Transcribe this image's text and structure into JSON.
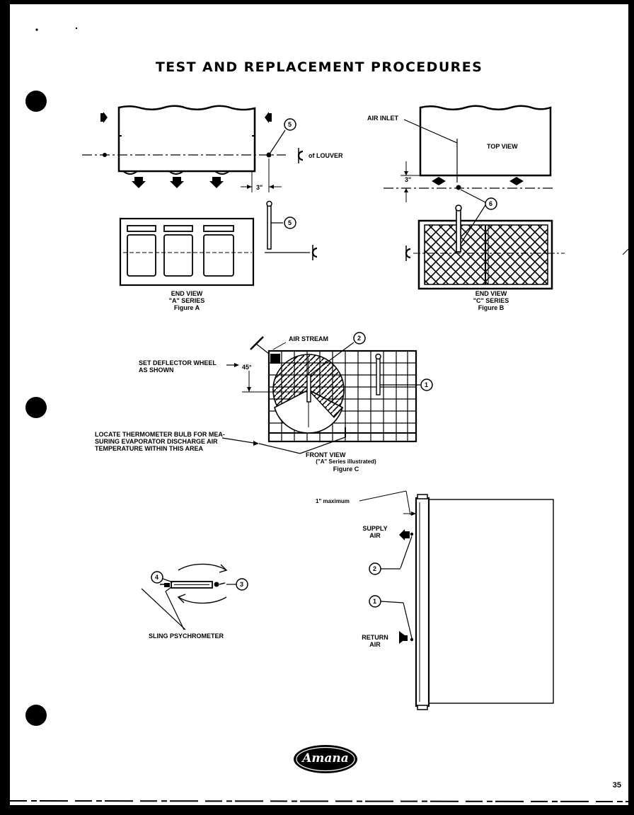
{
  "page": {
    "title": "TEST AND REPLACEMENT PROCEDURES",
    "page_number": "35",
    "brand": "Amana"
  },
  "figure_a": {
    "louver_label": "of LOUVER",
    "dimension": "3\"",
    "callout": "5",
    "caption_line1": "END VIEW",
    "caption_line2": "\"A\" SERIES",
    "caption_line3": "Figure A"
  },
  "figure_b": {
    "air_inlet": "AIR INLET",
    "top_view": "TOP VIEW",
    "dimension": "3\"",
    "callout": "6",
    "caption_line1": "END VIEW",
    "caption_line2": "\"C\" SERIES",
    "caption_line3": "Figure B"
  },
  "figure_c": {
    "air_stream": "AIR STREAM",
    "deflector_line1": "SET DEFLECTOR WHEEL",
    "deflector_line2": "AS SHOWN",
    "angle": "45°",
    "locate_line1": "LOCATE THERMOMETER BULB FOR MEA-",
    "locate_line2": "SURING EVAPORATOR DISCHARGE AIR",
    "locate_line3": "TEMPERATURE WITHIN THIS AREA",
    "caption_line1": "FRONT VIEW",
    "caption_line2": "(\"A\" Series illustrated)",
    "caption_line3": "Figure C",
    "callout_2": "2",
    "callout_1": "1"
  },
  "psychrometer": {
    "label": "SLING PSYCHROMETER",
    "callout_4": "4",
    "callout_3": "3"
  },
  "side_view": {
    "maximum": "1\" maximum",
    "supply_line1": "SUPPLY",
    "supply_line2": "AIR",
    "return_line1": "RETURN",
    "return_line2": "AIR",
    "callout_2": "2",
    "callout_1": "1"
  }
}
